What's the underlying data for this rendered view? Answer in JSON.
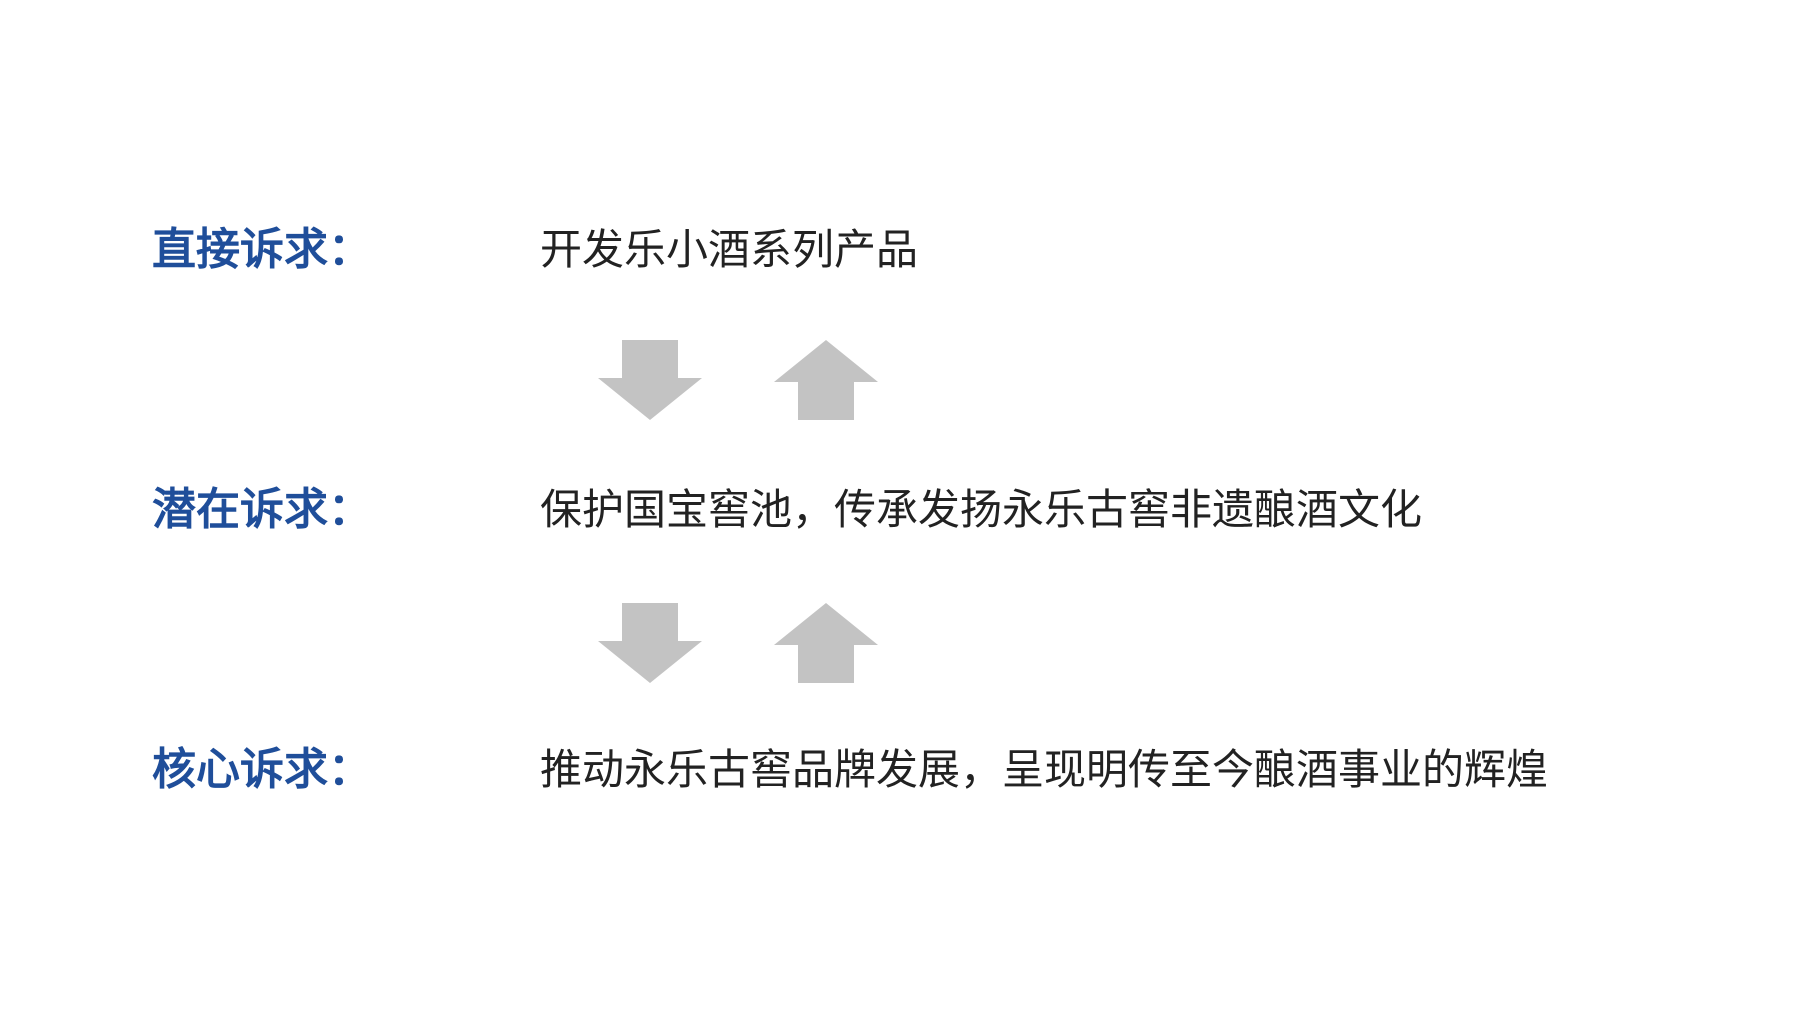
{
  "rows": [
    {
      "label": "直接诉求：",
      "text": "开发乐小酒系列产品"
    },
    {
      "label": "潜在诉求：",
      "text": "保护国宝窖池，传承发扬永乐古窖非遗酿酒文化"
    },
    {
      "label": "核心诉求：",
      "text": "推动永乐古窖品牌发展，呈现明传至今酿酒事业的辉煌"
    }
  ],
  "colors": {
    "label": "#1f4e9a",
    "text": "#222222",
    "arrow": "#c3c3c3"
  },
  "icons": {
    "down": "arrow-down-icon",
    "up": "arrow-up-icon"
  }
}
